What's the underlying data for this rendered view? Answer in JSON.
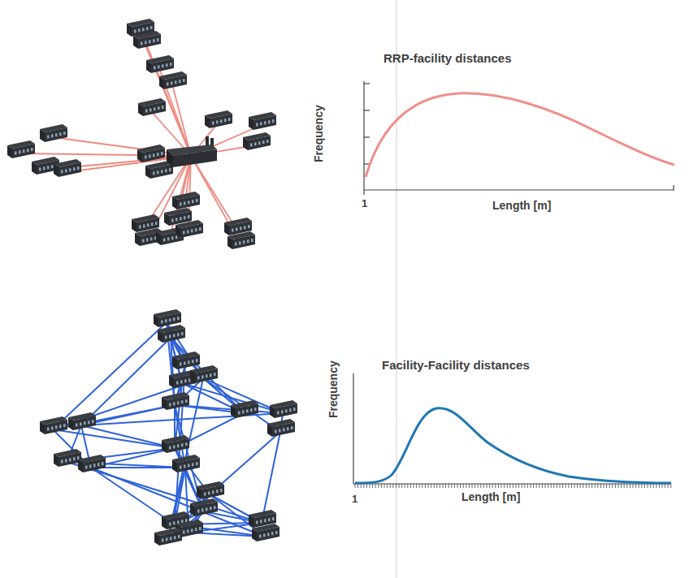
{
  "diagram": {
    "labels": [
      "RRP-facility distances",
      "Frequency",
      "Length [m]",
      "1",
      "Facility-Facility distances",
      "Frequency",
      "Length [m]",
      "1"
    ]
  }
}
